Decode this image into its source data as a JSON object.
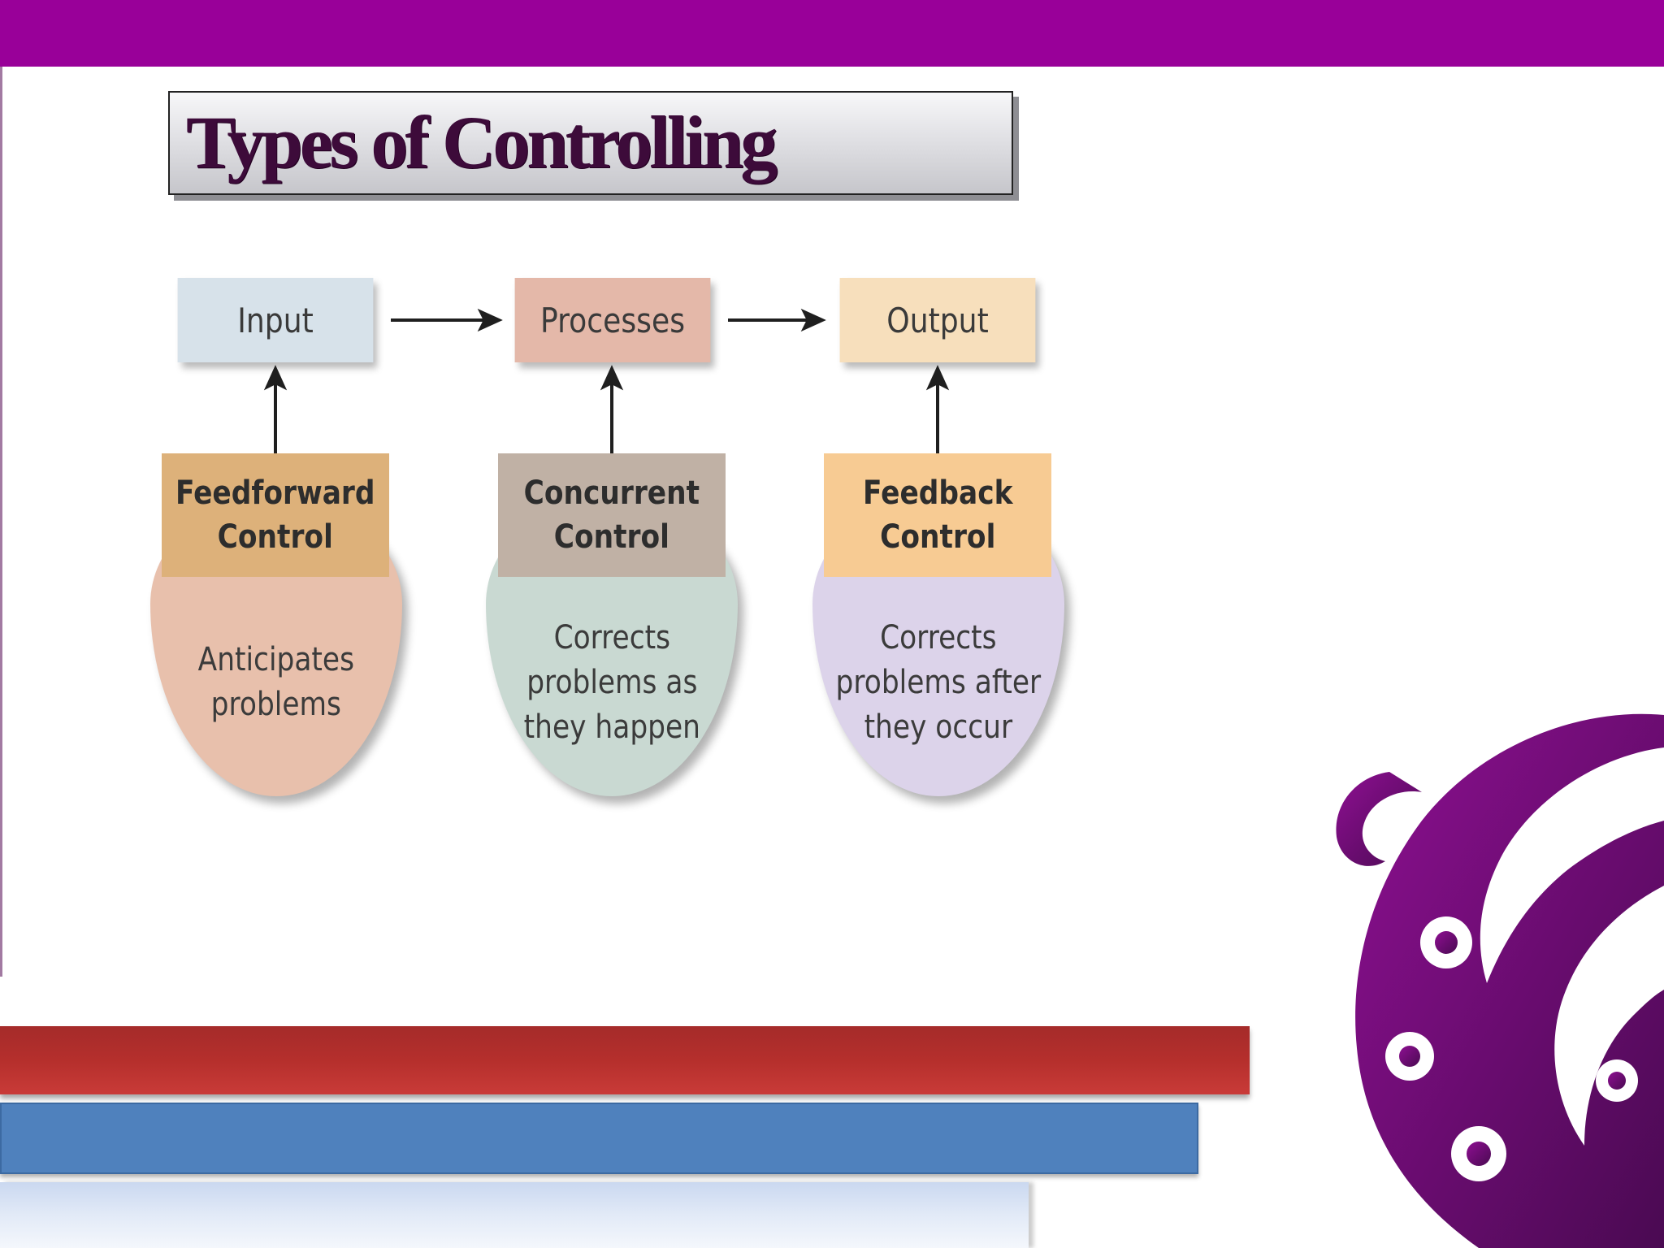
{
  "slide": {
    "title": "Types of Controlling"
  },
  "diagram": {
    "stages": [
      {
        "label": "Input"
      },
      {
        "label": "Processes"
      },
      {
        "label": "Output"
      }
    ],
    "controls": [
      {
        "name_line1": "Feedforward",
        "name_line2": "Control",
        "desc_line1": "Anticipates",
        "desc_line2": "problems",
        "desc_line3": ""
      },
      {
        "name_line1": "Concurrent",
        "name_line2": "Control",
        "desc_line1": "Corrects",
        "desc_line2": "problems as",
        "desc_line3": "they happen"
      },
      {
        "name_line1": "Feedback",
        "name_line2": "Control",
        "desc_line1": "Corrects",
        "desc_line2": "problems after",
        "desc_line3": "they occur"
      }
    ]
  },
  "colors": {
    "accent_purple": "#990099",
    "title_text": "#3d0b3a",
    "band_red": "#b52f2c",
    "band_blue": "#4f81bd"
  }
}
